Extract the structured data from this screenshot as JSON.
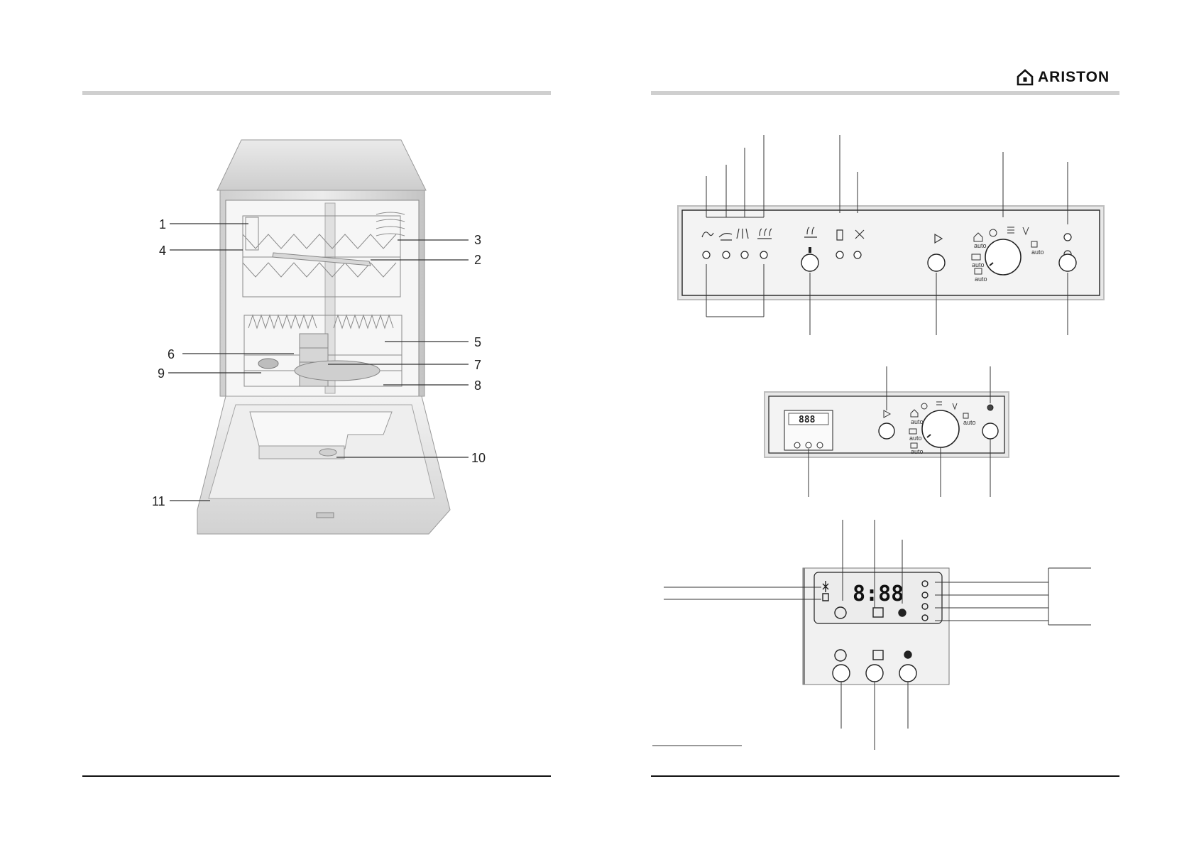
{
  "brand": {
    "name": "ARISTON",
    "logo_icon": "house-logo-icon"
  },
  "dishwasher_callouts": [
    "1",
    "4",
    "3",
    "2",
    "5",
    "6",
    "7",
    "9",
    "8",
    "10",
    "11"
  ],
  "panel_a": {
    "knob_labels": [
      "auto",
      "auto",
      "auto",
      "auto"
    ]
  },
  "panel_b": {
    "display_digits": "888",
    "knob_labels": [
      "auto",
      "auto",
      "auto",
      "auto"
    ]
  },
  "display_detail": {
    "digits": "8:88"
  },
  "colors": {
    "rule": "#cfcfcf",
    "panel_bg": "#e6e6e6",
    "line": "#333333"
  }
}
